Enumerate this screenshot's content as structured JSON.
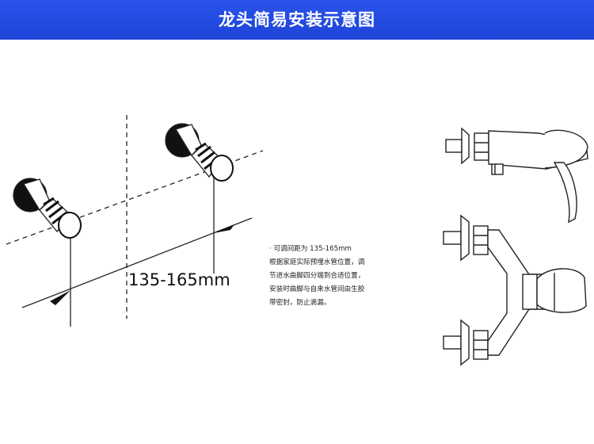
{
  "banner": {
    "title": "龙头简易安装示意图",
    "color": "#2148e0"
  },
  "dimension": {
    "label": "135-165mm"
  },
  "note": {
    "lines": [
      "· 可调间距为 135-165mm",
      "根据家庭实际预埋水管位置，调",
      "节进水曲脚四分端到合适位置，",
      "安装时曲脚与自来水管间由生胶",
      "带密封，防止滴漏。"
    ]
  }
}
